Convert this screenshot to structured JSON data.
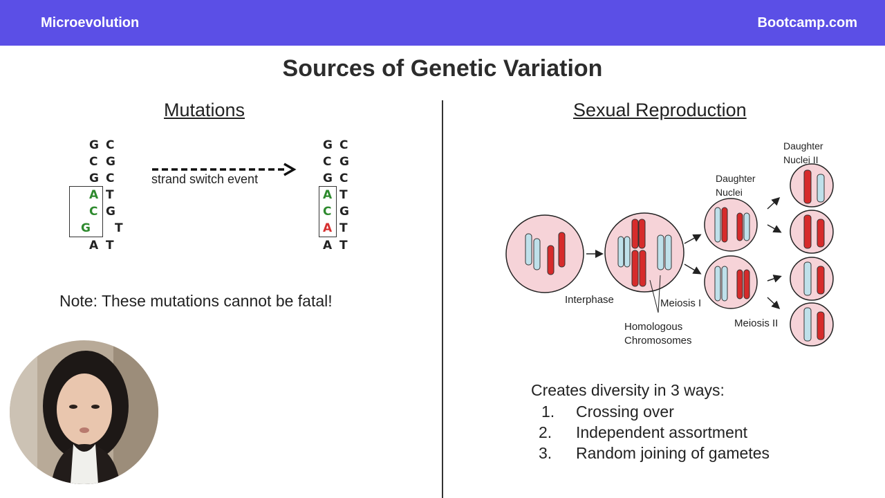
{
  "header": {
    "left": "Microevolution",
    "right": "Bootcamp.com"
  },
  "title": "Sources of Genetic Variation",
  "mutations": {
    "heading": "Mutations",
    "strand_before": {
      "left": [
        "G",
        "C",
        "G",
        "A",
        "C",
        "G",
        "A"
      ],
      "right": [
        "C",
        "G",
        "C",
        "T",
        "G",
        "T",
        "T"
      ]
    },
    "strand_after": {
      "left": [
        "G",
        "C",
        "G",
        "A",
        "C",
        "A",
        "A"
      ],
      "right": [
        "C",
        "G",
        "C",
        "T",
        "G",
        "T",
        "T"
      ]
    },
    "arrow_label": "strand switch event",
    "note": "Note: These mutations cannot be fatal!"
  },
  "sexual": {
    "heading": "Sexual Reproduction",
    "labels": {
      "interphase": "Interphase",
      "meiosis1": "Meiosis I",
      "meiosis2": "Meiosis II",
      "daughter_nuclei": "Daughter Nuclei",
      "daughter_nuclei_2": "Daughter Nuclei II",
      "homologous": "Homologous Chromosomes"
    },
    "intro": "Creates diversity in 3 ways:",
    "items": [
      {
        "num": "1.",
        "text": "Crossing over"
      },
      {
        "num": "2.",
        "text": "Independent assortment"
      },
      {
        "num": "3.",
        "text": "Random joining of gametes"
      }
    ]
  },
  "colors": {
    "accent": "#5b4fe6",
    "chrom_red": "#d62b2b",
    "chrom_blue": "#bfe0ea",
    "cell": "#f6d3d8"
  }
}
